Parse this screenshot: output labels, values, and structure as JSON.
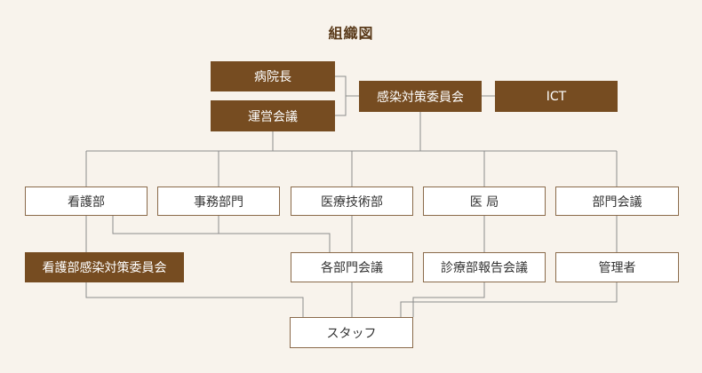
{
  "title": "組織図",
  "colors": {
    "dark_box": "#764c21",
    "light_box": "#ffffff",
    "line": "#8c8c8c",
    "background": "#f8f3ec"
  },
  "nodes": {
    "director": "病院長",
    "management_meeting": "運営会議",
    "infection_committee": "感染対策委員会",
    "ict": "ICT",
    "nursing": "看護部",
    "administration": "事務部門",
    "medical_tech": "医療技術部",
    "medical_office": "医 局",
    "dept_meeting": "部門会議",
    "nursing_infection_committee": "看護部感染対策委員会",
    "each_dept_meeting": "各部門会議",
    "clinical_report_meeting": "診療部報告会議",
    "manager": "管理者",
    "staff": "スタッフ"
  }
}
